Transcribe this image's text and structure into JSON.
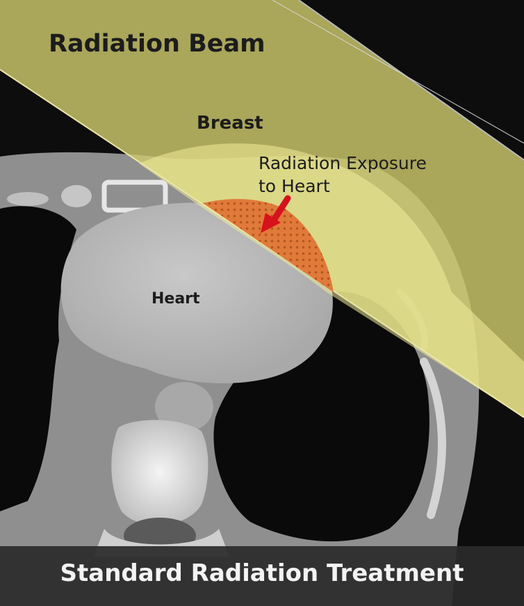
{
  "title": "Radiation Beam",
  "labels": {
    "breast": "Breast",
    "exposure_line1": "Radiation Exposure",
    "exposure_line2": "to Heart",
    "heart": "Heart"
  },
  "caption": "Standard Radiation Treatment",
  "colors": {
    "beam": "#c9c46a",
    "beam_edge": "#e7e29a",
    "exposure": "#e07a3a",
    "arrow": "#d6121c",
    "background": "#0e0e0e",
    "tissue": "#9d9d9d",
    "bone": "#dedede"
  },
  "icons": {
    "arrow": "red-arrow-icon"
  }
}
